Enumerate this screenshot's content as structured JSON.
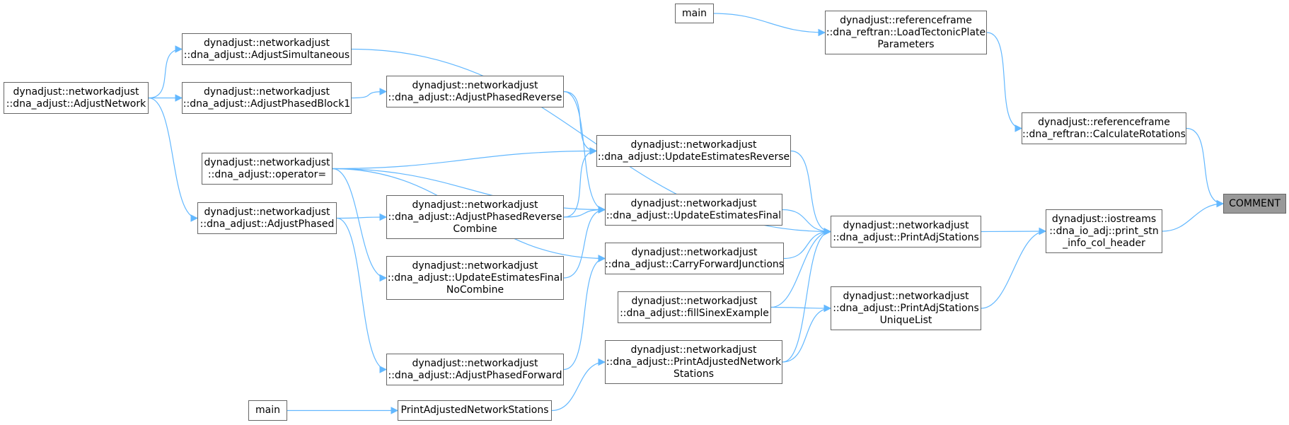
{
  "colors": {
    "edge": "#63B8FF",
    "node_border": "#666666",
    "highlight_fill": "#999999"
  },
  "nodes": {
    "comment": {
      "lines": [
        "COMMENT"
      ]
    },
    "print_stn": {
      "lines": [
        "dynadjust::iostreams",
        "::dna_io_adj::print_stn",
        "_info_col_header"
      ]
    },
    "calc_rot": {
      "lines": [
        "dynadjust::referenceframe",
        "::dna_reftran::CalculateRotations"
      ]
    },
    "load_tect": {
      "lines": [
        "dynadjust::referenceframe",
        "::dna_reftran::LoadTectonicPlate",
        "Parameters"
      ]
    },
    "main1": {
      "lines": [
        "main"
      ]
    },
    "pas": {
      "lines": [
        "dynadjust::networkadjust",
        "::dna_adjust::PrintAdjStations"
      ]
    },
    "pasu": {
      "lines": [
        "dynadjust::networkadjust",
        "::dna_adjust::PrintAdjStations",
        "UniqueList"
      ]
    },
    "uer": {
      "lines": [
        "dynadjust::networkadjust",
        "::dna_adjust::UpdateEstimatesReverse"
      ]
    },
    "uef": {
      "lines": [
        "dynadjust::networkadjust",
        "::dna_adjust::UpdateEstimatesFinal"
      ]
    },
    "cfj": {
      "lines": [
        "dynadjust::networkadjust",
        "::dna_adjust::CarryForwardJunctions"
      ]
    },
    "fse": {
      "lines": [
        "dynadjust::networkadjust",
        "::dna_adjust::fillSinexExample"
      ]
    },
    "pans": {
      "lines": [
        "dynadjust::networkadjust",
        "::dna_adjust::PrintAdjustedNetwork",
        "Stations"
      ]
    },
    "apr": {
      "lines": [
        "dynadjust::networkadjust",
        "::dna_adjust::AdjustPhasedReverse"
      ]
    },
    "aprc": {
      "lines": [
        "dynadjust::networkadjust",
        "::dna_adjust::AdjustPhasedReverse",
        "Combine"
      ]
    },
    "uefnc": {
      "lines": [
        "dynadjust::networkadjust",
        "::dna_adjust::UpdateEstimatesFinal",
        "NoCombine"
      ]
    },
    "apf": {
      "lines": [
        "dynadjust::networkadjust",
        "::dna_adjust::AdjustPhasedForward"
      ]
    },
    "pans2": {
      "lines": [
        "PrintAdjustedNetworkStations"
      ]
    },
    "main2": {
      "lines": [
        "main"
      ]
    },
    "asim": {
      "lines": [
        "dynadjust::networkadjust",
        "::dna_adjust::AdjustSimultaneous"
      ]
    },
    "apb1": {
      "lines": [
        "dynadjust::networkadjust",
        "::dna_adjust::AdjustPhasedBlock1"
      ]
    },
    "op": {
      "lines": [
        "dynadjust::networkadjust",
        "::dna_adjust::operator="
      ]
    },
    "aph": {
      "lines": [
        "dynadjust::networkadjust",
        "::dna_adjust::AdjustPhased"
      ]
    },
    "anet": {
      "lines": [
        "dynadjust::networkadjust",
        "::dna_adjust::AdjustNetwork"
      ]
    }
  },
  "edges": [
    [
      "print_stn",
      "comment"
    ],
    [
      "calc_rot",
      "comment"
    ],
    [
      "load_tect",
      "calc_rot"
    ],
    [
      "main1",
      "load_tect"
    ],
    [
      "pas",
      "print_stn"
    ],
    [
      "pasu",
      "print_stn"
    ],
    [
      "uer",
      "pas"
    ],
    [
      "uef",
      "pas"
    ],
    [
      "cfj",
      "pas"
    ],
    [
      "fse",
      "pas"
    ],
    [
      "pans",
      "pas"
    ],
    [
      "asim",
      "pas"
    ],
    [
      "fse",
      "pasu"
    ],
    [
      "pans",
      "pasu"
    ],
    [
      "apr",
      "uer"
    ],
    [
      "aprc",
      "uer"
    ],
    [
      "op",
      "uer"
    ],
    [
      "apr",
      "uef"
    ],
    [
      "aprc",
      "uef"
    ],
    [
      "uefnc",
      "uef"
    ],
    [
      "op",
      "uef"
    ],
    [
      "apf",
      "cfj"
    ],
    [
      "op",
      "cfj"
    ],
    [
      "pans2",
      "pans"
    ],
    [
      "main2",
      "pans2"
    ],
    [
      "apb1",
      "apr"
    ],
    [
      "aph",
      "aprc"
    ],
    [
      "op",
      "uefnc"
    ],
    [
      "aph",
      "apf"
    ],
    [
      "anet",
      "asim"
    ],
    [
      "anet",
      "apb1"
    ],
    [
      "anet",
      "aph"
    ]
  ]
}
